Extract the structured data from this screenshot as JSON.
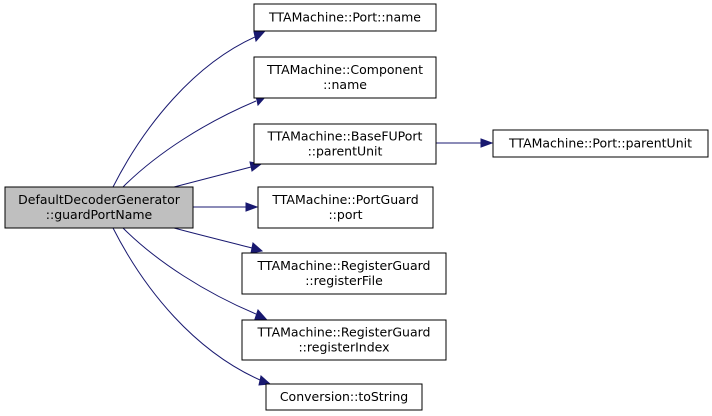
{
  "graph": {
    "nodes": [
      {
        "id": "root",
        "lines": [
          "DefaultDecoderGenerator",
          "::guardPortName"
        ],
        "fill": "#bfbfbf"
      },
      {
        "id": "port-name",
        "lines": [
          "TTAMachine::Port::name"
        ],
        "fill": "#ffffff"
      },
      {
        "id": "component-name",
        "lines": [
          "TTAMachine::Component",
          "::name"
        ],
        "fill": "#ffffff"
      },
      {
        "id": "basefuport-parentunit",
        "lines": [
          "TTAMachine::BaseFUPort",
          "::parentUnit"
        ],
        "fill": "#ffffff"
      },
      {
        "id": "port-parentunit",
        "lines": [
          "TTAMachine::Port::parentUnit"
        ],
        "fill": "#ffffff"
      },
      {
        "id": "portguard-port",
        "lines": [
          "TTAMachine::PortGuard",
          "::port"
        ],
        "fill": "#ffffff"
      },
      {
        "id": "registerguard-registerfile",
        "lines": [
          "TTAMachine::RegisterGuard",
          "::registerFile"
        ],
        "fill": "#ffffff"
      },
      {
        "id": "registerguard-registerindex",
        "lines": [
          "TTAMachine::RegisterGuard",
          "::registerIndex"
        ],
        "fill": "#ffffff"
      },
      {
        "id": "conversion-tostring",
        "lines": [
          "Conversion::toString"
        ],
        "fill": "#ffffff"
      }
    ],
    "edges": [
      {
        "from": "root",
        "to": "port-name"
      },
      {
        "from": "root",
        "to": "component-name"
      },
      {
        "from": "root",
        "to": "basefuport-parentunit"
      },
      {
        "from": "root",
        "to": "portguard-port"
      },
      {
        "from": "root",
        "to": "registerguard-registerfile"
      },
      {
        "from": "root",
        "to": "registerguard-registerindex"
      },
      {
        "from": "root",
        "to": "conversion-tostring"
      },
      {
        "from": "basefuport-parentunit",
        "to": "port-parentunit"
      }
    ],
    "colors": {
      "edge": "#191970",
      "border": "#000000"
    }
  }
}
